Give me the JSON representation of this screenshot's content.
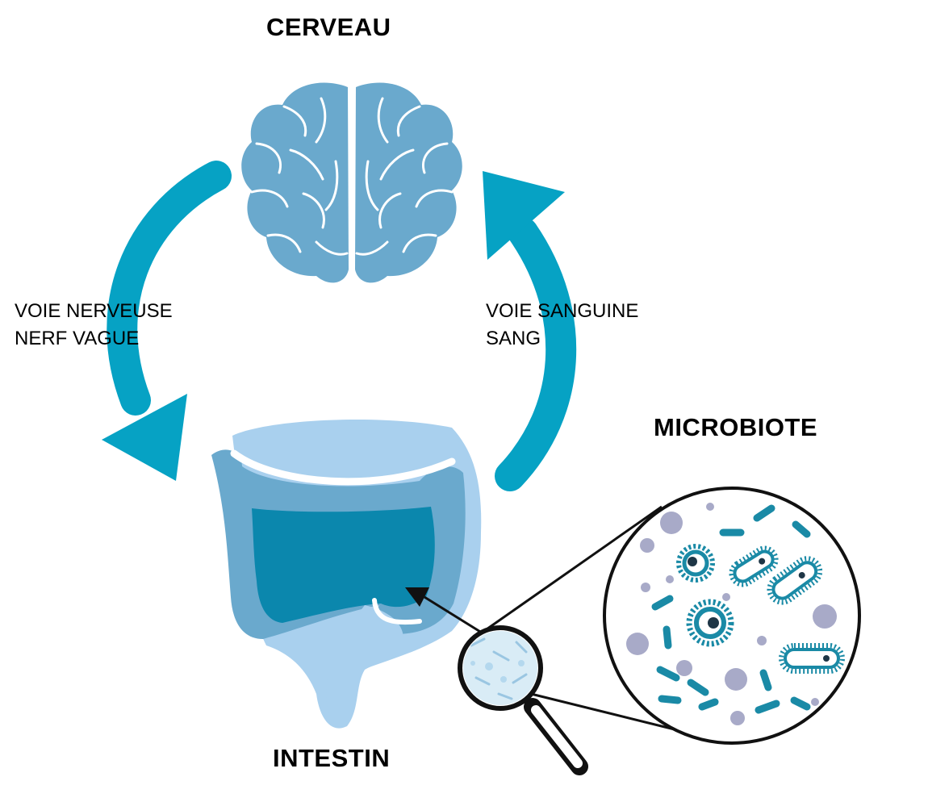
{
  "labels": {
    "brain": "CERVEAU",
    "microbiota": "MICROBIOTE",
    "intestine": "INTESTIN",
    "nerve_route_line1": "VOIE NERVEUSE",
    "nerve_route_line2": "NERF VAGUE",
    "blood_route_line1": "VOIE SANGUINE",
    "blood_route_line2": "SANG"
  },
  "colors": {
    "cycle_arrow": "#06a2c4",
    "brain": "#6aa9cd",
    "brain_lines": "#ffffff",
    "intestine_outer": "#6aa9cd",
    "intestine_inner": "#0b87ad",
    "intestine_light": "#a9d0ee",
    "microbe_dark": "#1a8aa6",
    "microbe_grey": "#a8aac8",
    "outline": "#111111"
  },
  "icons": {
    "brain": "brain-icon",
    "intestine": "intestine-icon",
    "magnifier": "magnifying-glass-icon",
    "microbes": "microbe-icon"
  }
}
